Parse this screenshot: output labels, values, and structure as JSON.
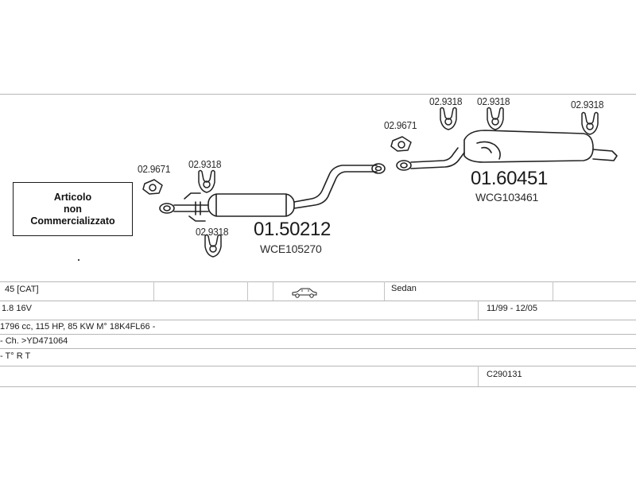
{
  "diagram": {
    "refs": {
      "clamp_left_2_9671": "02.9671",
      "clamp_2_9318_a": "02.9318",
      "clamp_2_9318_b": "02.9318",
      "clamp_mid_2_9671": "02.9671",
      "clamp_2_9318_c": "02.9318",
      "clamp_2_9318_d": "02.9318",
      "clamp_2_9318_e": "02.9318"
    },
    "parts": {
      "middle_number": "01.50212",
      "middle_code": "WCE105270",
      "rear_number": "01.60451",
      "rear_code": "WCG103461"
    },
    "note_lines": [
      "Articolo",
      "non",
      "Commercializzato"
    ]
  },
  "table": {
    "row1": {
      "model": "45  [CAT]",
      "body": "Sedan"
    },
    "row2": {
      "engine": "1.8 16V",
      "dates": "11/99 - 12/05"
    },
    "row3": {
      "spec": "1796 cc, 115 HP, 85 KW M° 18K4FL66 -"
    },
    "row4": {
      "chassis": "- Ch. >YD471064"
    },
    "row5": {
      "trim": "- T° R T"
    },
    "row6": {
      "catalog_code": "C290131"
    }
  }
}
